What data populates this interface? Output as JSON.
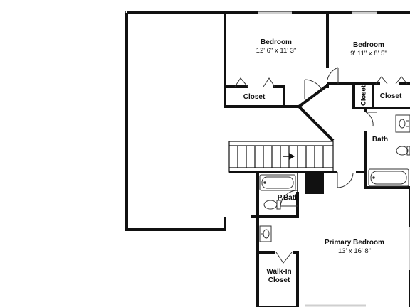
{
  "rooms": {
    "bedroom_left": {
      "name": "Bedroom",
      "dims": "12' 6\" x 11' 3\""
    },
    "bedroom_right": {
      "name": "Bedroom",
      "dims": "9' 11\" x 8' 5\""
    },
    "closet_left": {
      "name": "Closet"
    },
    "closet_small": {
      "name": "Closet"
    },
    "closet_right": {
      "name": "Closet"
    },
    "bath": {
      "name": "Bath"
    },
    "pbath": {
      "name": "P.Bath"
    },
    "primary": {
      "name": "Primary Bedroom",
      "dims": "13' x 16' 8\""
    },
    "walkin": {
      "name": "Walk-In",
      "name2": "Closet"
    }
  },
  "colors": {
    "wall": "#111111",
    "fixture": "#333333",
    "window": "#cfcfcf"
  }
}
